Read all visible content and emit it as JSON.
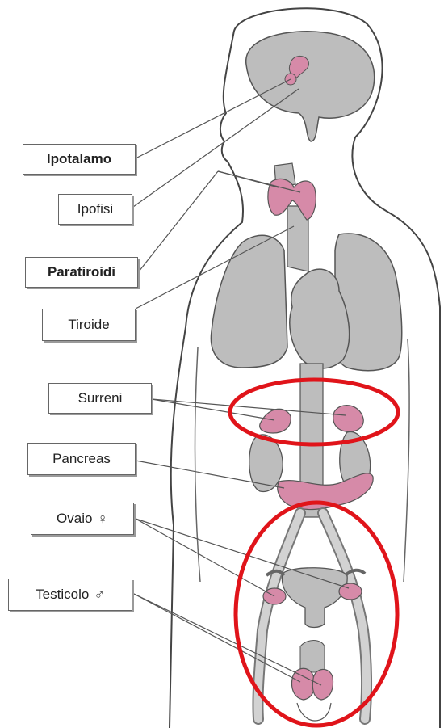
{
  "labels": {
    "ipotalamo": "Ipotalamo",
    "ipofisi": "Ipofisi",
    "paratiroidi": "Paratiroidi",
    "tiroide": "Tiroide",
    "surreni": "Surreni",
    "pancreas": "Pancreas",
    "ovaio": "Ovaio",
    "ovaio_symbol": "♀",
    "testicolo": "Testicolo",
    "testicolo_symbol": "♂"
  },
  "colors": {
    "gland": "#d68aa8",
    "organ": "#bdbdbd",
    "outline": "#444444",
    "highlight": "#e0141a"
  }
}
